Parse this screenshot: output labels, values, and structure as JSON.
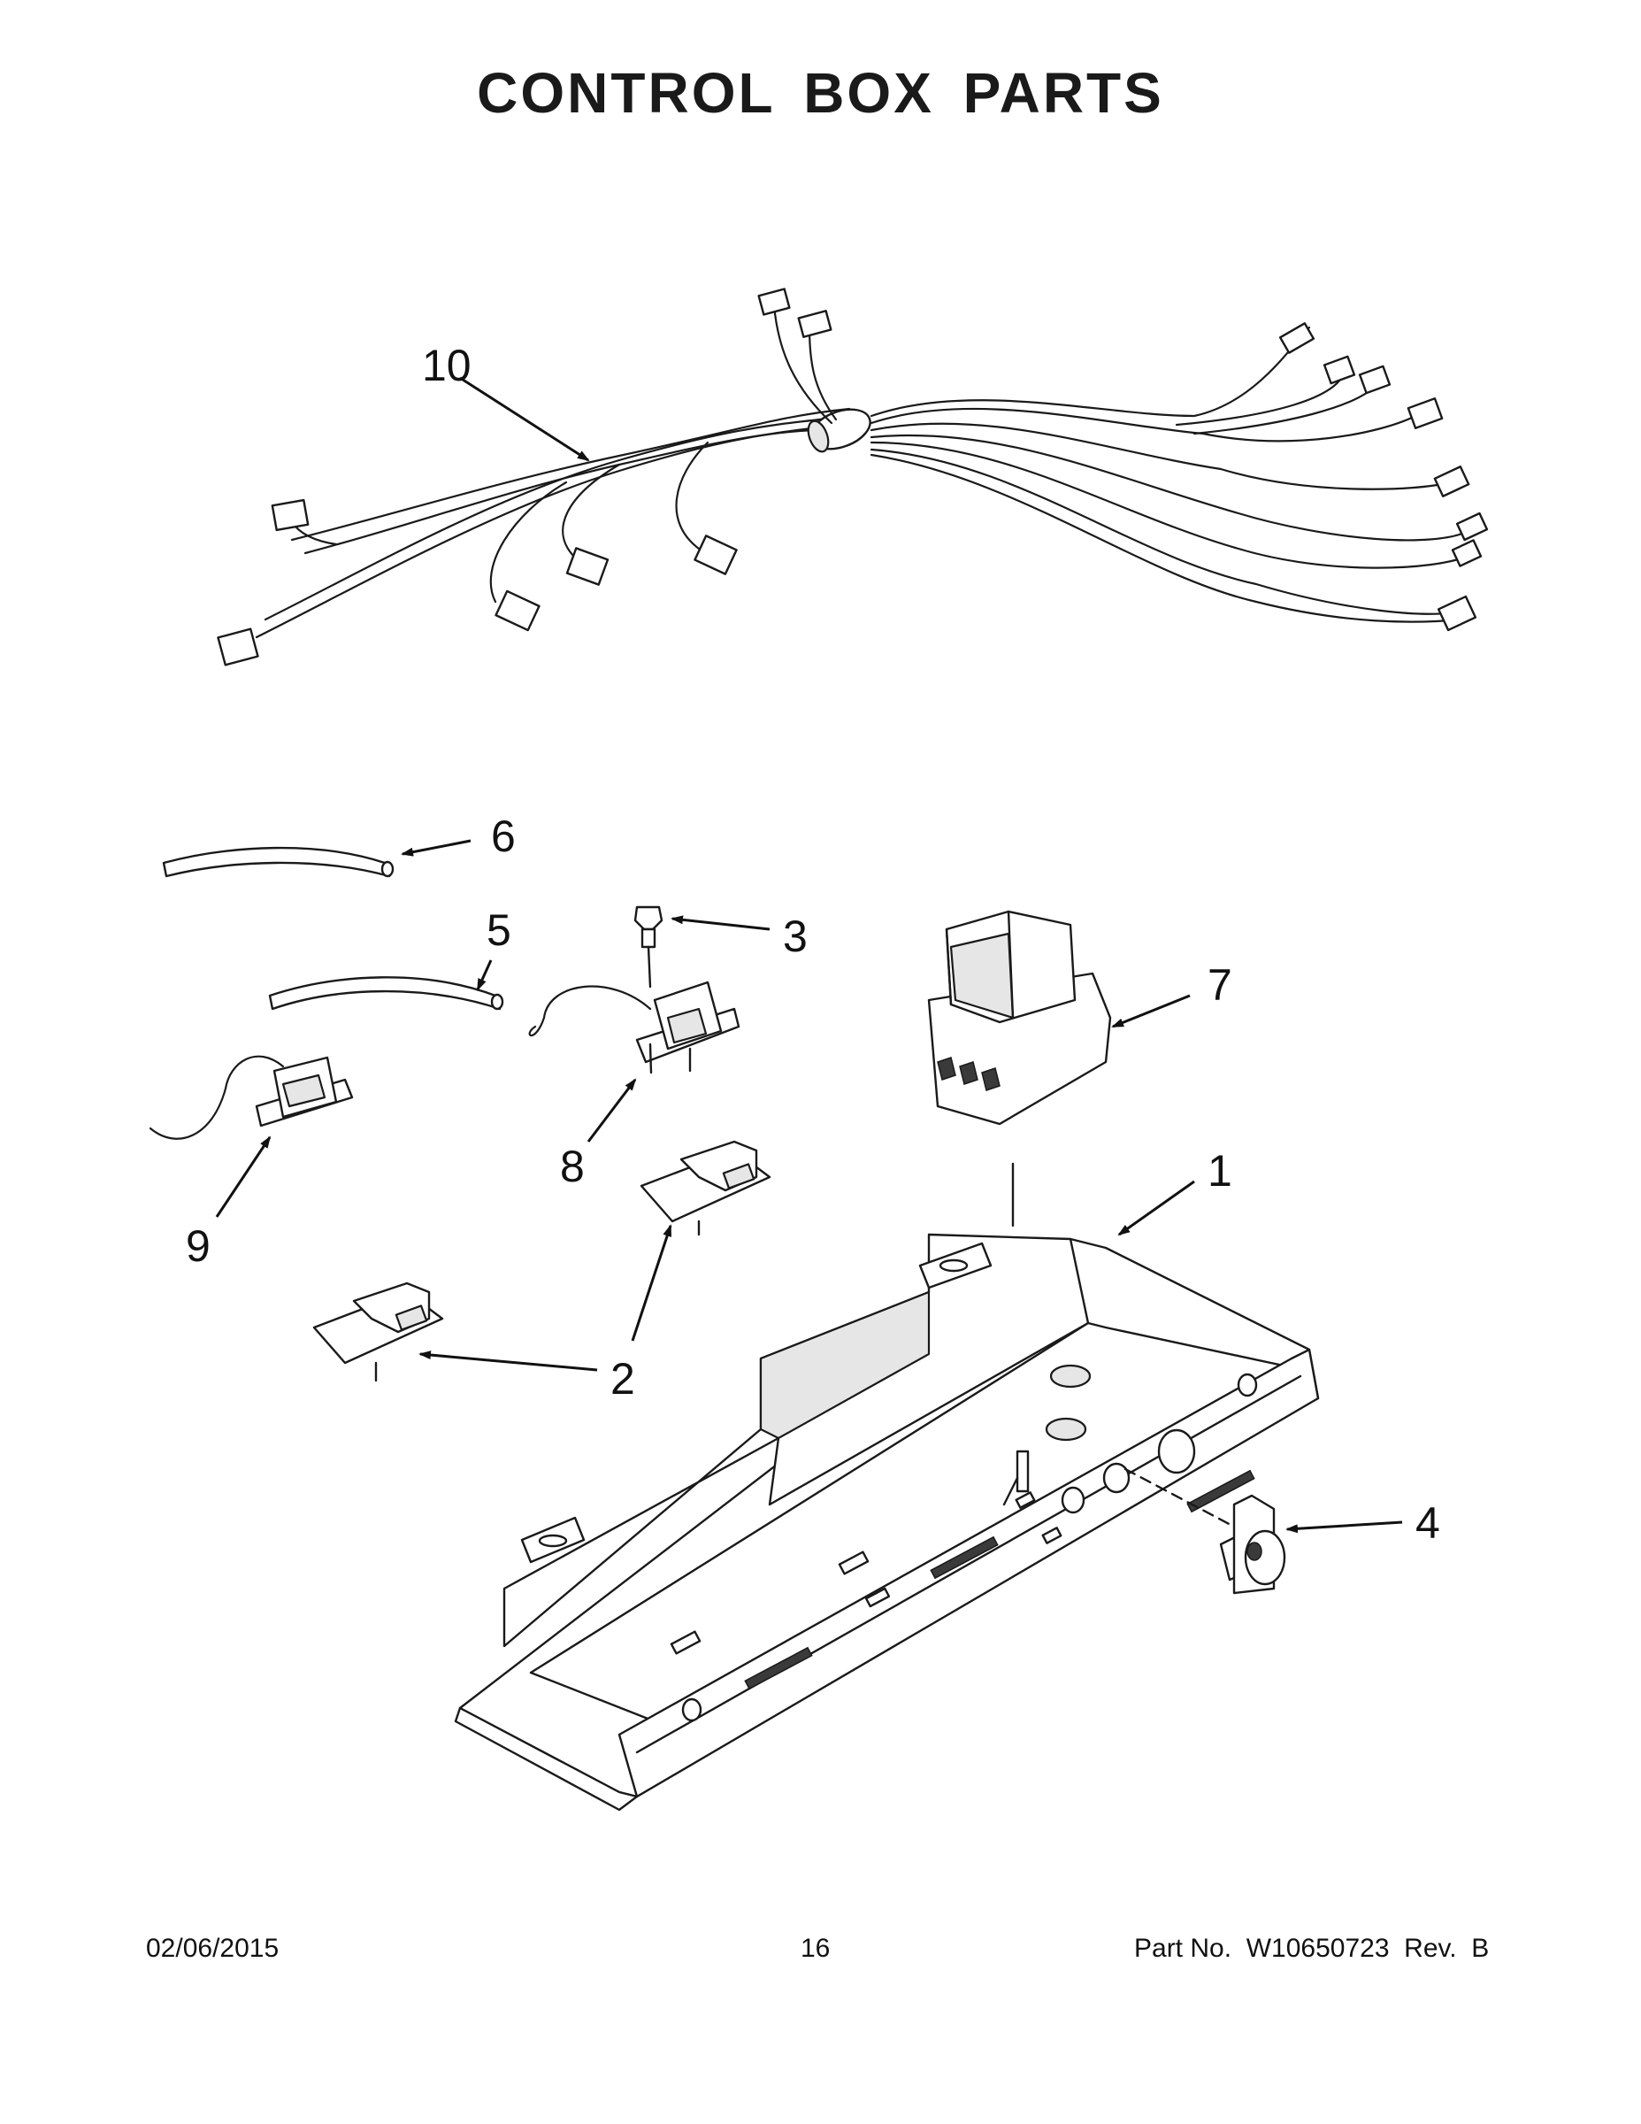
{
  "title": "CONTROL BOX PARTS",
  "callouts": {
    "harness": "10",
    "tube_short": "6",
    "tube_long": "5",
    "screw": "3",
    "transformer": "7",
    "switch_right": "8",
    "switch_left": "9",
    "control_box": "1",
    "brackets": "2",
    "light_socket": "4"
  },
  "footer": {
    "date": "02/06/2015",
    "page": "16",
    "part_number": "Part No.  W10650723  Rev.  B"
  }
}
